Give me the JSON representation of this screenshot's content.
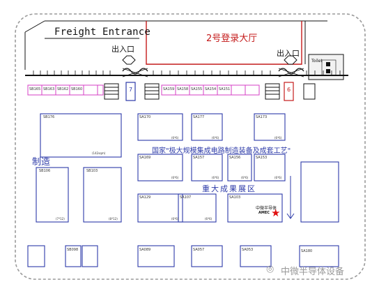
{
  "labels": {
    "freight_entrance": "Freight Entrance",
    "hall": "2号登录大厅",
    "door_left": "出入口",
    "door_right": "出入口",
    "toilet": "Toilet",
    "gate_left": "7",
    "gate_right": "6",
    "main_sign": "国家\"极大规模集成电路制造装备及成套工艺\"",
    "zone_sign": "重大成果展区",
    "manufacturing": "制造",
    "amec_cn": "中微半导体",
    "amec_en": "AMEC",
    "watermark": "中微半导体设备"
  },
  "booths": [
    {
      "id": "SB176",
      "size": "(142sqm)"
    },
    {
      "id": "SB106",
      "size": "(7*12)"
    },
    {
      "id": "SB103",
      "size": "(8*12)"
    },
    {
      "id": "SA170",
      "size": "(6*6)"
    },
    {
      "id": "SA177",
      "size": "(6*6)"
    },
    {
      "id": "SA173",
      "size": "(6*6)"
    },
    {
      "id": "SA169",
      "size": "(6*6)"
    },
    {
      "id": "SA157",
      "size": "(6*6)"
    },
    {
      "id": "SA156",
      "size": "(6*6)"
    },
    {
      "id": "SA153",
      "size": "(6*6)"
    },
    {
      "id": "SA129",
      "size": "(6*6)"
    },
    {
      "id": "SA107",
      "size": "(6*6)"
    },
    {
      "id": "SA103",
      "size": ""
    },
    {
      "id": "SA180",
      "size": ""
    },
    {
      "id": "SB165",
      "size": ""
    },
    {
      "id": "SB163",
      "size": ""
    },
    {
      "id": "SB162",
      "size": ""
    },
    {
      "id": "SB160",
      "size": ""
    },
    {
      "id": "SA159",
      "size": ""
    },
    {
      "id": "SA158",
      "size": ""
    },
    {
      "id": "SA155",
      "size": ""
    },
    {
      "id": "SA154",
      "size": ""
    },
    {
      "id": "SA151",
      "size": ""
    },
    {
      "id": "SA089",
      "size": ""
    },
    {
      "id": "SA057",
      "size": ""
    },
    {
      "id": "SA053",
      "size": ""
    },
    {
      "id": "SB098",
      "size": ""
    }
  ],
  "colors": {
    "booth_border": "#2c3aa8",
    "hall_red": "#c41a1a",
    "top_row_magenta": "#d63fc4",
    "star_red": "#e01010"
  }
}
